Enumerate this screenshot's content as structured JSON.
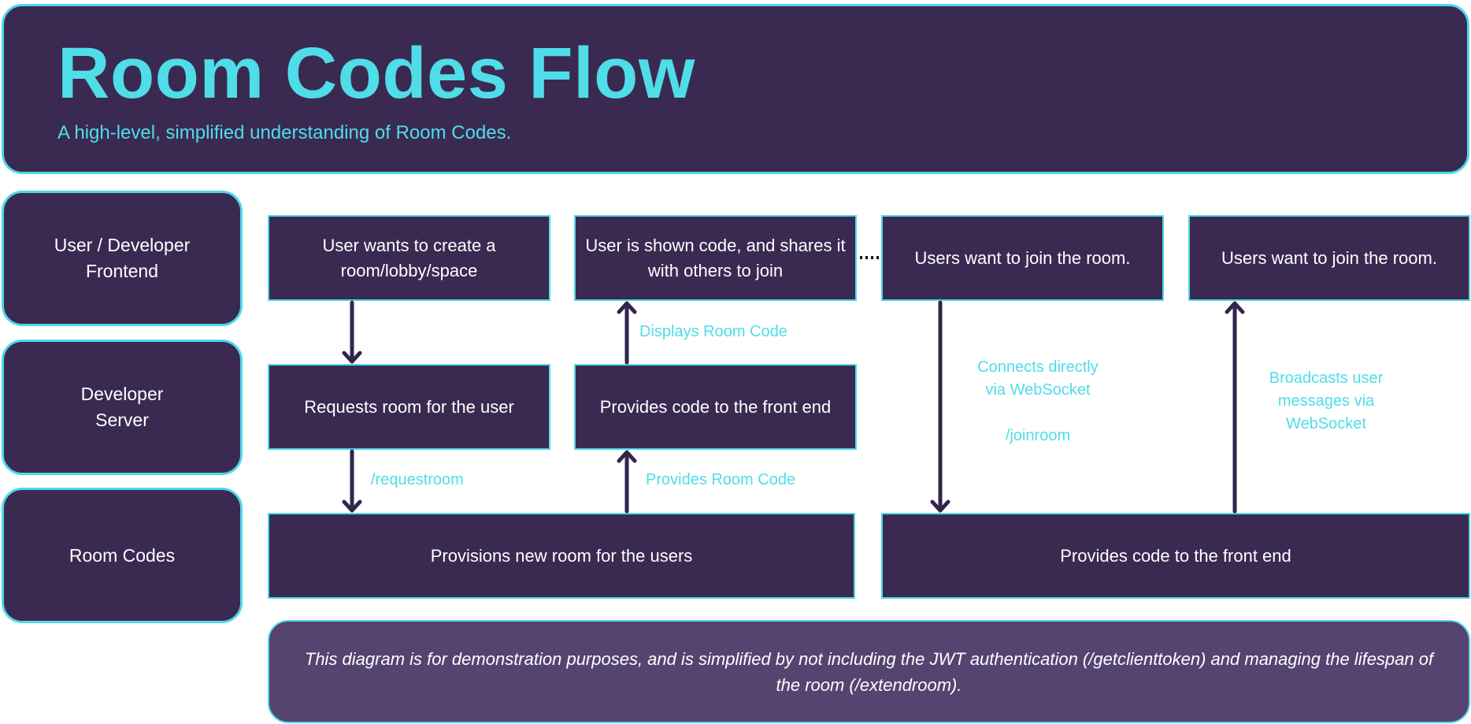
{
  "header": {
    "title": "Room Codes Flow",
    "subtitle": "A high-level, simplified understanding of Room Codes."
  },
  "lanes": [
    {
      "label": "User / Developer\nFrontend"
    },
    {
      "label": "Developer\nServer"
    },
    {
      "label": "Room Codes"
    }
  ],
  "boxes": {
    "create_request": "User wants to create a room/lobby/space",
    "shown_code": "User is shown code, and shares it with others to join",
    "join_room_1": "Users want to join the room.",
    "join_room_2": "Users want to join the room.",
    "requests_room": "Requests room for the user",
    "provides_code_server": "Provides code to the front end",
    "provisions_room": "Provisions new room for the users",
    "provides_code_roomcodes": "Provides code to the front end"
  },
  "labels": {
    "displays_room_code": "Displays Room Code",
    "requestroom": "/requestroom",
    "provides_room_code": "Provides Room Code",
    "connects_directly": "Connects directly\nvia WebSocket\n\n/joinroom",
    "broadcasts": "Broadcasts user\nmessages via\nWebSocket"
  },
  "note": "This diagram is for demonstration purposes, and is simplified by not including the JWT authentication (/getclienttoken) and managing the lifespan of the room (/extendroom).",
  "colors": {
    "panel": "#3a2a52",
    "border": "#4fd8e8",
    "accent_text": "#4fdde8",
    "note_panel": "#554370",
    "arrow": "#33254a"
  }
}
